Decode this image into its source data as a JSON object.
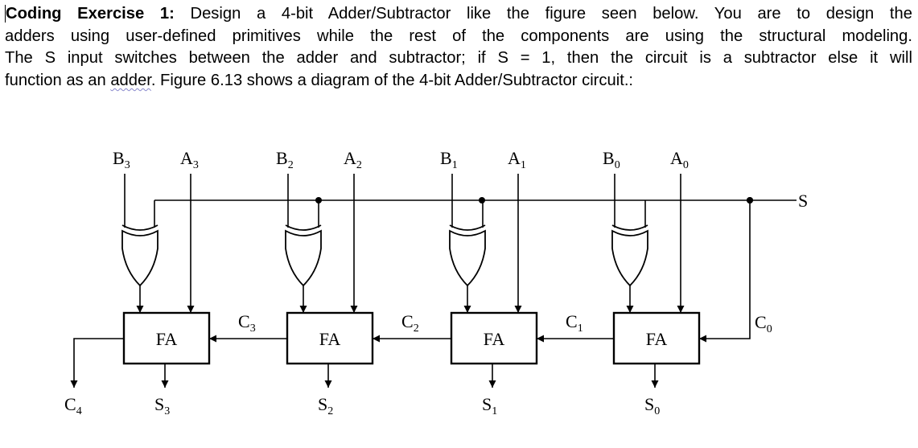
{
  "intro": {
    "lead": "Coding Exercise 1:",
    "line1": " Design a 4-bit Adder/Subtractor like the figure seen below. You are to design the",
    "line2": "adders using user-defined primitives while the rest of the components are using the structural modeling.",
    "line3": "The S input switches between the adder and subtractor; if S = 1, then the circuit is a subtractor else it will",
    "line4a": "function as an ",
    "line4b": "adder",
    "line4c": ". Figure 6.13 shows a diagram of the 4-bit Adder/Subtractor circuit.:"
  },
  "diagram": {
    "select_label": "S",
    "carry_in_label": "C",
    "carry_in_sub": "0",
    "carry_out_label": "C",
    "carry_out_sub": "4",
    "stages": [
      {
        "b": "B",
        "b_sub": "3",
        "a": "A",
        "a_sub": "3",
        "block": "FA",
        "sum": "S",
        "sum_sub": "3",
        "carry": "C",
        "carry_sub": "3"
      },
      {
        "b": "B",
        "b_sub": "2",
        "a": "A",
        "a_sub": "2",
        "block": "FA",
        "sum": "S",
        "sum_sub": "2",
        "carry": "C",
        "carry_sub": "2"
      },
      {
        "b": "B",
        "b_sub": "1",
        "a": "A",
        "a_sub": "1",
        "block": "FA",
        "sum": "S",
        "sum_sub": "1",
        "carry": "C",
        "carry_sub": "1"
      },
      {
        "b": "B",
        "b_sub": "0",
        "a": "A",
        "a_sub": "0",
        "block": "FA",
        "sum": "S",
        "sum_sub": "0"
      }
    ]
  }
}
